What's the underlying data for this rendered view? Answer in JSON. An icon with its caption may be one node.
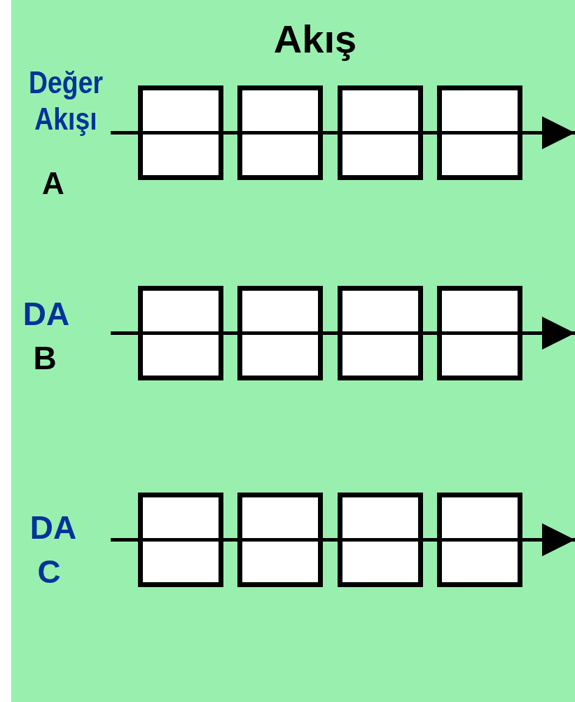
{
  "diagram": {
    "title": "Akış",
    "nodes": [
      {
        "text": [],
        "shape": "box"
      },
      {
        "text": [],
        "shape": "box"
      },
      {
        "text": [],
        "shape": "box"
      },
      {
        "text": [],
        "shape": "box"
      },
      {
        "text": [],
        "shape": "box"
      },
      {
        "text": [],
        "shape": "box"
      },
      {
        "text": [],
        "shape": "box"
      },
      {
        "text": [],
        "shape": "box"
      },
      {
        "text": [],
        "shape": "box"
      },
      {
        "text": [],
        "shape": "box"
      },
      {
        "text": [],
        "shape": "box"
      },
      {
        "text": [],
        "shape": "box"
      }
    ],
    "edges": [
      {
        "from": null,
        "to": 0,
        "arrow": "none"
      },
      {
        "from": 0,
        "to": 1,
        "arrow": "none"
      },
      {
        "from": 1,
        "to": 2,
        "arrow": "none"
      },
      {
        "from": 2,
        "to": 3,
        "arrow": "none"
      },
      {
        "from": 3,
        "to": null,
        "arrow": "to"
      },
      {
        "from": null,
        "to": 4,
        "arrow": "none"
      },
      {
        "from": 4,
        "to": 5,
        "arrow": "none"
      },
      {
        "from": 5,
        "to": 6,
        "arrow": "none"
      },
      {
        "from": 6,
        "to": 7,
        "arrow": "none"
      },
      {
        "from": 7,
        "to": null,
        "arrow": "to"
      },
      {
        "from": null,
        "to": 8,
        "arrow": "none"
      },
      {
        "from": 8,
        "to": 9,
        "arrow": "none"
      },
      {
        "from": 9,
        "to": 10,
        "arrow": "none"
      },
      {
        "from": 10,
        "to": 11,
        "arrow": "none"
      },
      {
        "from": 11,
        "to": null,
        "arrow": "to"
      }
    ],
    "labels": [
      "Değer Akışı",
      "A",
      "DA",
      "B",
      "DA",
      "C"
    ]
  }
}
